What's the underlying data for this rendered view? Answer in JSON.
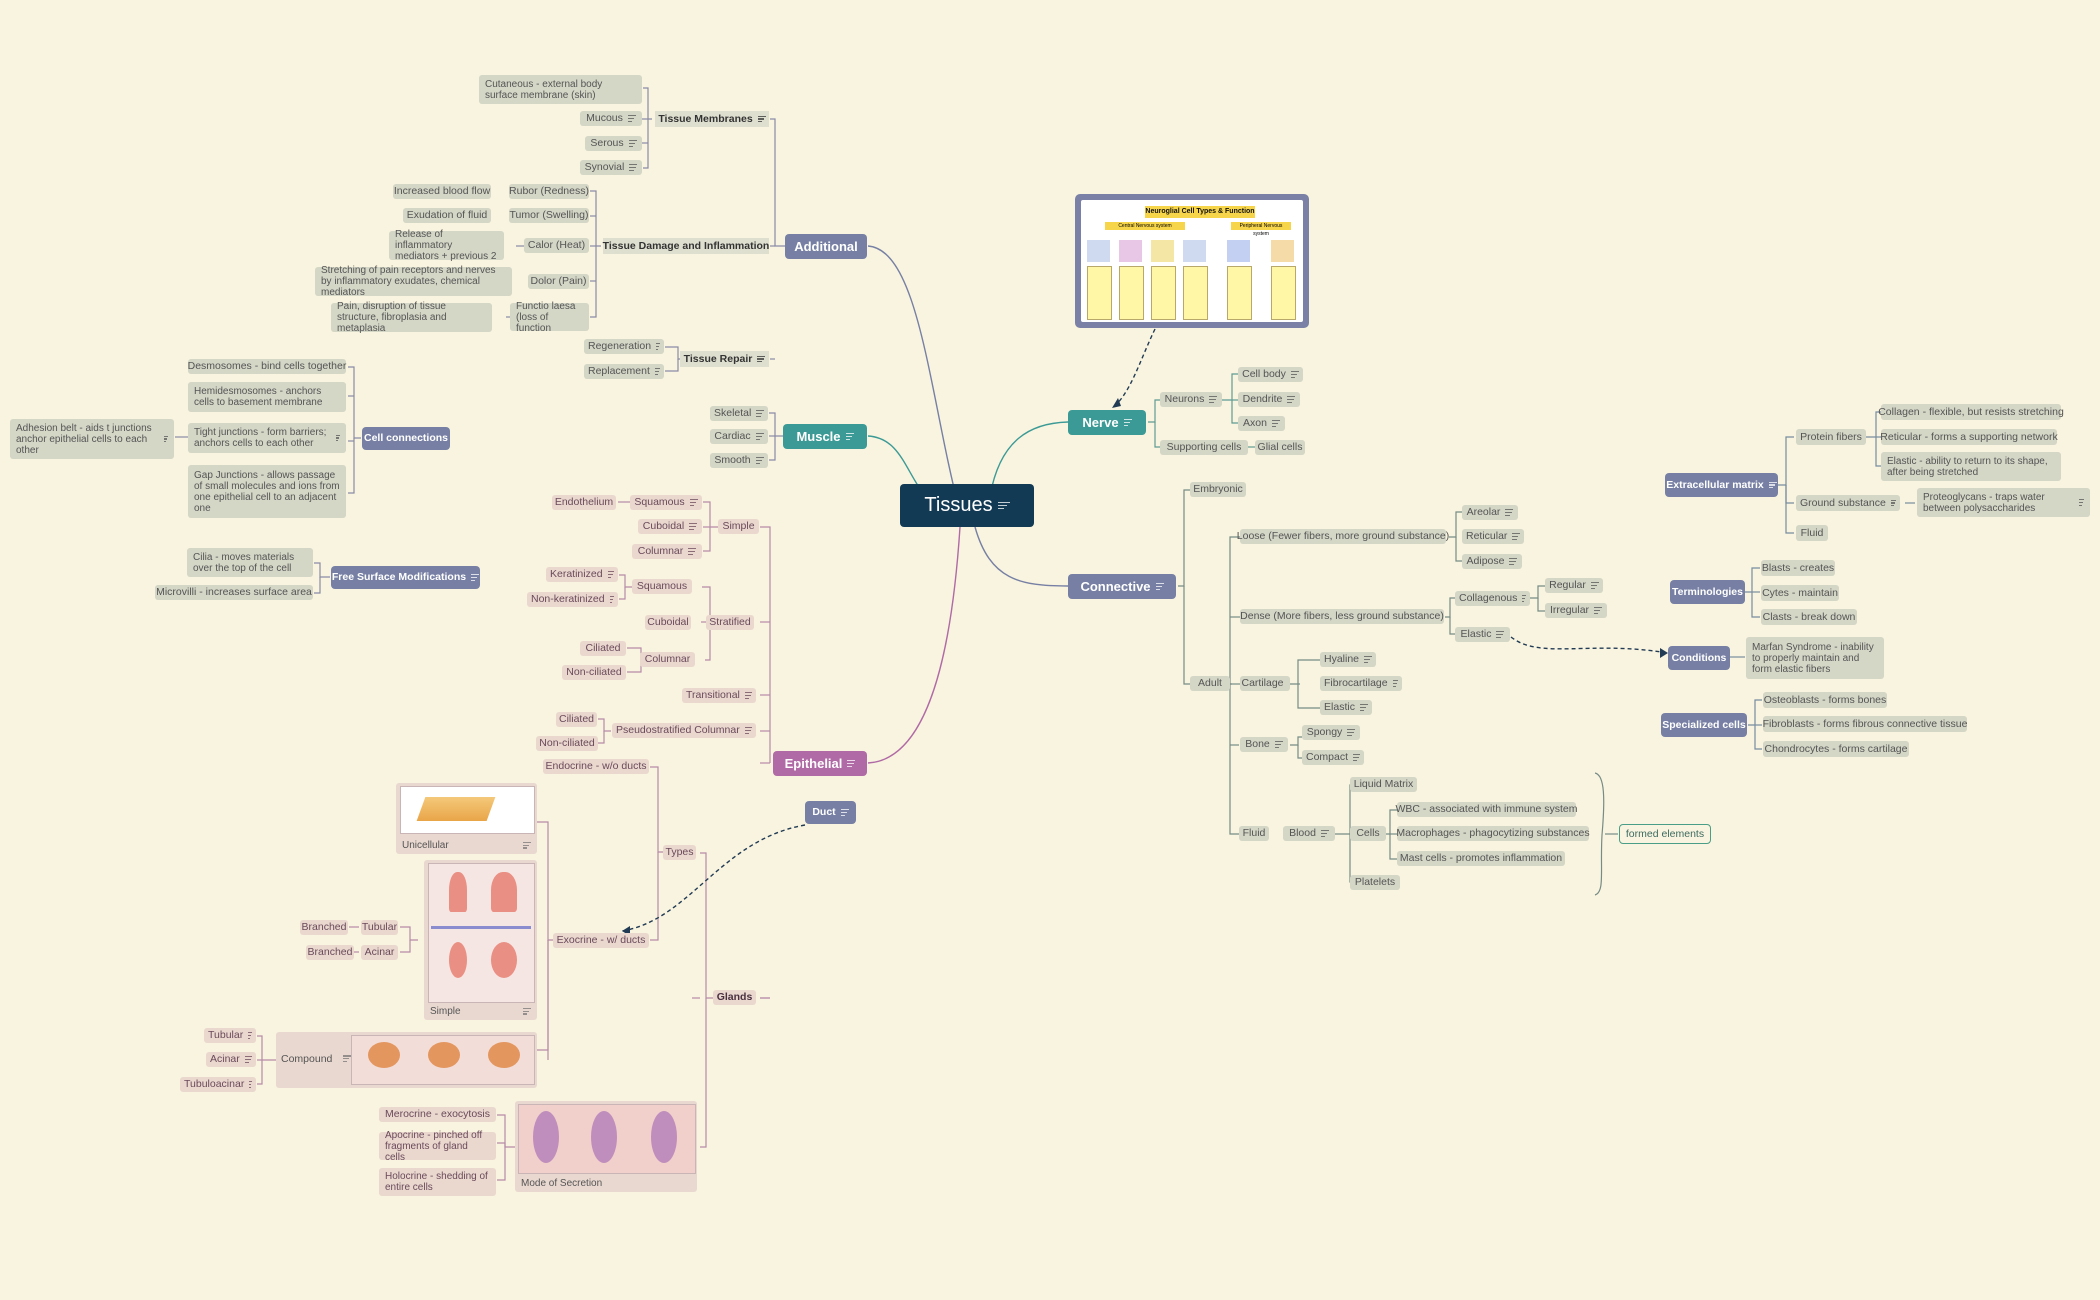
{
  "root": {
    "label": "Tissues"
  },
  "main_topics": {
    "nerve": "Nerve",
    "connective": "Connective",
    "epithelial": "Epithelial",
    "muscle": "Muscle",
    "additional": "Additional"
  },
  "nerve": {
    "neurons": "Neurons",
    "cell_body": "Cell body",
    "dendrite": "Dendrite",
    "axon": "Axon",
    "supporting_cells": "Supporting cells",
    "glial_cells": "Glial cells",
    "image": {
      "title": "Neuroglial Cell Types & Function",
      "cns": "Central Nervous system",
      "pns": "Peripheral Nervous system"
    }
  },
  "muscle": {
    "skeletal": "Skeletal",
    "cardiac": "Cardiac",
    "smooth": "Smooth"
  },
  "additional": {
    "tissue_membranes": "Tissue Membranes",
    "cutaneous": "Cutaneous - external body surface membrane (skin)",
    "mucous": "Mucous",
    "serous": "Serous",
    "synovial": "Synovial",
    "damage": "Tissue Damage and Inflammation",
    "rubor": "Rubor (Redness)",
    "tumor": "Tumor (Swelling)",
    "calor": "Calor (Heat)",
    "dolor": "Dolor (Pain)",
    "functio": "Functio laesa (loss of function",
    "increased_blood": "Increased blood flow",
    "exudation": "Exudation of fluid",
    "release": "Release of inflammatory mediators + previous 2",
    "stretching": "Stretching of pain receptors and nerves by inflammatory exudates, chemical mediators",
    "pain_disruption": "Pain, disruption of tissue structure, fibroplasia and metaplasia",
    "repair": "Tissue Repair",
    "regeneration": "Regeneration",
    "replacement": "Replacement"
  },
  "cell_connections": {
    "title": "Cell connections",
    "desmosomes": "Desmosomes - bind cells together",
    "hemidesmosomes": "Hemidesmosomes - anchors cells to basement membrane",
    "tight": "Tight junctions - form barriers; anchors cells to each other",
    "adhesion": "Adhesion belt - aids t junctions anchor epithelial cells to each other",
    "gap": "Gap Junctions - allows passage of small molecules and ions from one epithelial cell to an adjacent one"
  },
  "free_surface": {
    "title": "Free Surface Modifications",
    "cilia": "Cilia - moves materials over the top of the cell",
    "microvilli": "Microvilli - increases surface area"
  },
  "epithelial": {
    "simple": "Simple",
    "squamous": "Squamous",
    "endothelium": "Endothelium",
    "cuboidal": "Cuboidal",
    "columnar": "Columnar",
    "stratified": "Stratified",
    "keratinized": "Keratinized",
    "non_keratinized": "Non-keratinized",
    "ciliated": "Ciliated",
    "non_ciliated": "Non-ciliated",
    "transitional": "Transitional",
    "pseudostratified": "Pseudostratified Columnar",
    "glands": "Glands",
    "types": "Types",
    "endocrine": "Endocrine - w/o ducts",
    "exocrine": "Exocrine - w/ ducts",
    "unicellular": "Unicellular",
    "simple_gland": "Simple",
    "compound": "Compound",
    "tubular": "Tubular",
    "acinar": "Acinar",
    "tubuloacinar": "Tubuloacinar",
    "branched": "Branched",
    "mode_of_secretion": "Mode of Secretion",
    "merocrine": "Merocrine - exocytosis",
    "apocrine": "Apocrine - pinched off fragments of gland cells",
    "holocrine": "Holocrine - shedding of entire cells",
    "duct": "Duct"
  },
  "connective": {
    "embryonic": "Embryonic",
    "adult": "Adult",
    "loose": "Loose (Fewer fibers, more ground substance)",
    "areolar": "Areolar",
    "reticular": "Reticular",
    "adipose": "Adipose",
    "dense": "Dense (More fibers, less ground substance)",
    "collagenous": "Collagenous",
    "regular": "Regular",
    "irregular": "Irregular",
    "elastic": "Elastic",
    "cartilage": "Cartilage",
    "hyaline": "Hyaline",
    "fibrocartilage": "Fibrocartilage",
    "bone": "Bone",
    "spongy": "Spongy",
    "compact": "Compact",
    "fluid": "Fluid",
    "blood": "Blood",
    "liquid_matrix": "Liquid Matrix",
    "cells": "Cells",
    "wbc": "WBC - associated with immune system",
    "macrophages": "Macrophages - phagocytizing substances",
    "mast": "Mast cells - promotes inflammation",
    "platelets": "Platelets",
    "formed_elements": "formed elements"
  },
  "extracellular": {
    "title": "Extracellular matrix",
    "protein_fibers": "Protein fibers",
    "collagen": "Collagen - flexible, but resists stretching",
    "reticular": "Reticular - forms a supporting network",
    "elastic": "Elastic - ability to return to its shape, after being stretched",
    "ground": "Ground substance",
    "proteoglycans": "Proteoglycans - traps water between polysaccharides",
    "fluid": "Fluid"
  },
  "terminologies": {
    "title": "Terminologies",
    "blasts": "Blasts - creates",
    "cytes": "Cytes - maintain",
    "clasts": "Clasts - break down"
  },
  "conditions": {
    "title": "Conditions",
    "marfan": "Marfan Syndrome - inability to properly maintain and form elastic fibers"
  },
  "specialized": {
    "title": "Specialized cells",
    "osteoblasts": "Osteoblasts - forms bones",
    "fibroblasts": "Fibroblasts - forms fibrous connective tissue",
    "chondrocytes": "Chondrocytes - forms cartilage"
  },
  "colors": {
    "background": "#f9f4df",
    "root": "#133a55",
    "teal": "#3c9a96",
    "slate": "#7780a4",
    "purple": "#b06aa6"
  }
}
